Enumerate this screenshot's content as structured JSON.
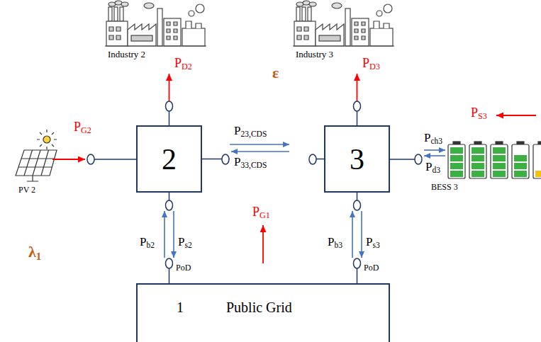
{
  "diagram": {
    "nodes": [
      {
        "text": [
          "2"
        ]
      },
      {
        "text": [
          "3"
        ]
      },
      {
        "text": [
          "1",
          "Public Grid"
        ]
      }
    ],
    "edges": [
      {
        "from": 0,
        "to": 1,
        "arrow": "none"
      },
      {
        "from": 0,
        "to": 2,
        "arrow": "none"
      },
      {
        "from": 1,
        "to": 2,
        "arrow": "none"
      }
    ],
    "labels": [
      "Industry 2",
      "PD2",
      "Industry 3",
      "PD3",
      "PG2",
      "PV 2",
      "ε",
      "P23,CDS",
      "P33,CDS",
      "Pch3",
      "PS3",
      "Pd3",
      "BESS 3",
      "Pb2",
      "Ps2",
      "PoD",
      "PG1",
      "Pb3",
      "Ps3",
      "PoD",
      "λ1"
    ]
  }
}
